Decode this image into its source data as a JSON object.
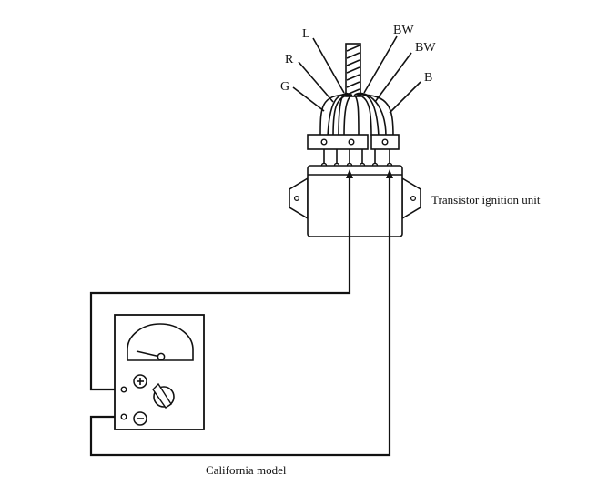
{
  "wire_labels": {
    "g": "G",
    "r": "R",
    "l": "L",
    "bw1": "BW",
    "bw2": "BW",
    "b": "B"
  },
  "unit_label": "Transistor ignition unit",
  "caption": "California model",
  "meter_terminals": {
    "positive": "+",
    "negative": "−"
  }
}
